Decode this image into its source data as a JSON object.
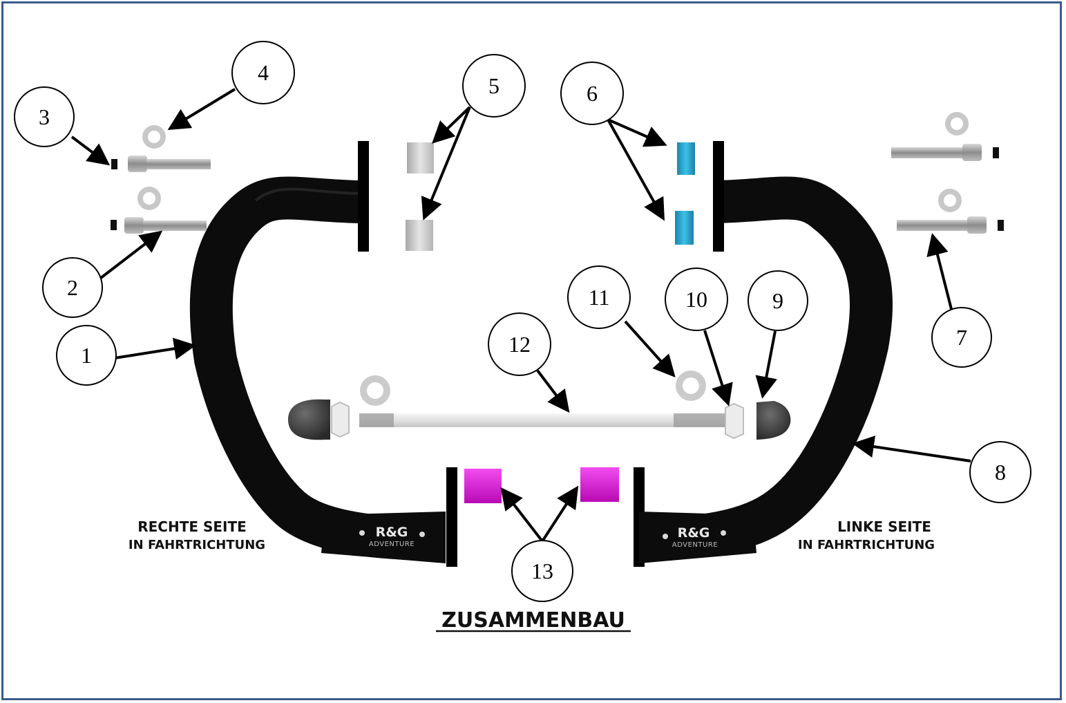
{
  "colors": {
    "frame": "#3a5a8c",
    "bar": "#0c0c0c",
    "spacer_right_side": "#c9c9c9",
    "spacer_left_side": "#2aa3d0",
    "spacer_bottom": "#e020d8",
    "rod": "#e6e6e6",
    "nut": "#3d3d3d"
  },
  "callouts": {
    "c1": "1",
    "c2": "2",
    "c3": "3",
    "c4": "4",
    "c5": "5",
    "c6": "6",
    "c7": "7",
    "c8": "8",
    "c9": "9",
    "c10": "10",
    "c11": "11",
    "c12": "12",
    "c13": "13"
  },
  "labels": {
    "right_side_line1": "RECHTE SEITE",
    "right_side_line2": "IN FAHRTRICHTUNG",
    "left_side_line1": "LINKE SEITE",
    "left_side_line2": "IN FAHRTRICHTUNG",
    "assembly_title": "ZUSAMMENBAU"
  },
  "logo": {
    "brand": "R&G",
    "sub": "ADVENTURE"
  }
}
